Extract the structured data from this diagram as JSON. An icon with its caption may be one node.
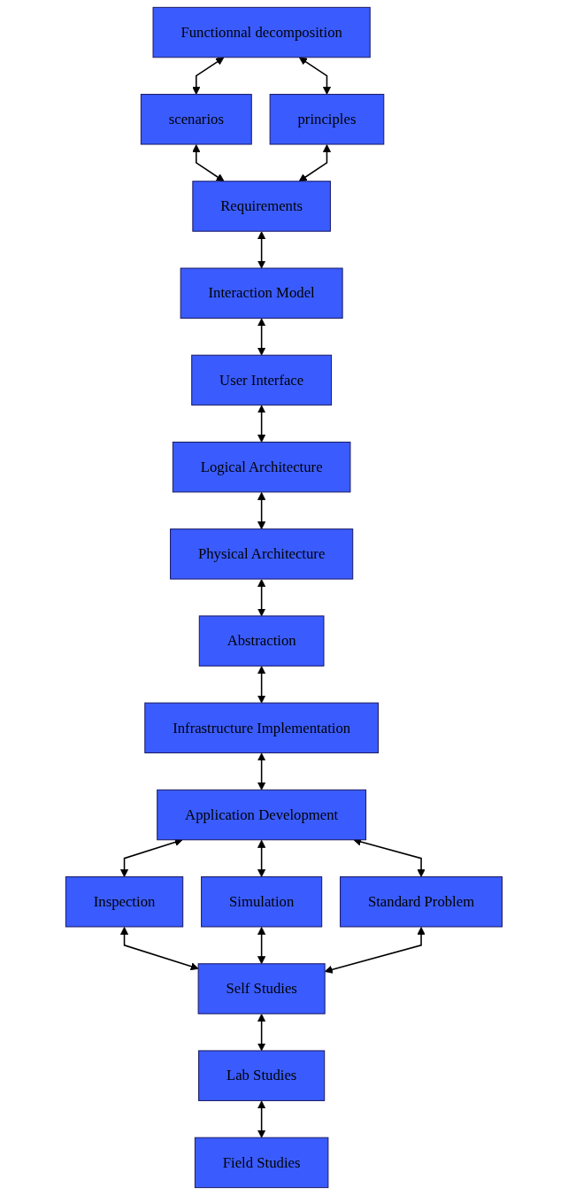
{
  "diagram": {
    "nodes": [
      {
        "text": [
          "Functionnal decomposition"
        ]
      },
      {
        "text": [
          "scenarios"
        ]
      },
      {
        "text": [
          "principles"
        ]
      },
      {
        "text": [
          "Requirements"
        ]
      },
      {
        "text": [
          "Interaction Model"
        ]
      },
      {
        "text": [
          "User Interface"
        ]
      },
      {
        "text": [
          "Logical Architecture"
        ]
      },
      {
        "text": [
          "Physical Architecture"
        ]
      },
      {
        "text": [
          "Abstraction"
        ]
      },
      {
        "text": [
          "Infrastructure Implementation"
        ]
      },
      {
        "text": [
          "Application Development"
        ]
      },
      {
        "text": [
          "Inspection"
        ]
      },
      {
        "text": [
          "Simulation"
        ]
      },
      {
        "text": [
          "Standard Problem"
        ]
      },
      {
        "text": [
          "Self Studies"
        ]
      },
      {
        "text": [
          "Lab Studies"
        ]
      },
      {
        "text": [
          "Field Studies"
        ]
      }
    ],
    "edges": [
      {
        "from": 0,
        "to": 1,
        "arrow": "both"
      },
      {
        "from": 0,
        "to": 2,
        "arrow": "both"
      },
      {
        "from": 1,
        "to": 3,
        "arrow": "both"
      },
      {
        "from": 2,
        "to": 3,
        "arrow": "both"
      },
      {
        "from": 3,
        "to": 4,
        "arrow": "both"
      },
      {
        "from": 4,
        "to": 5,
        "arrow": "both"
      },
      {
        "from": 5,
        "to": 6,
        "arrow": "both"
      },
      {
        "from": 6,
        "to": 7,
        "arrow": "both"
      },
      {
        "from": 7,
        "to": 8,
        "arrow": "both"
      },
      {
        "from": 8,
        "to": 9,
        "arrow": "both"
      },
      {
        "from": 9,
        "to": 10,
        "arrow": "both"
      },
      {
        "from": 10,
        "to": 11,
        "arrow": "both"
      },
      {
        "from": 10,
        "to": 12,
        "arrow": "both"
      },
      {
        "from": 10,
        "to": 13,
        "arrow": "both"
      },
      {
        "from": 11,
        "to": 14,
        "arrow": "both"
      },
      {
        "from": 12,
        "to": 14,
        "arrow": "both"
      },
      {
        "from": 13,
        "to": 14,
        "arrow": "both"
      },
      {
        "from": 14,
        "to": 15,
        "arrow": "both"
      },
      {
        "from": 15,
        "to": 16,
        "arrow": "both"
      }
    ]
  }
}
